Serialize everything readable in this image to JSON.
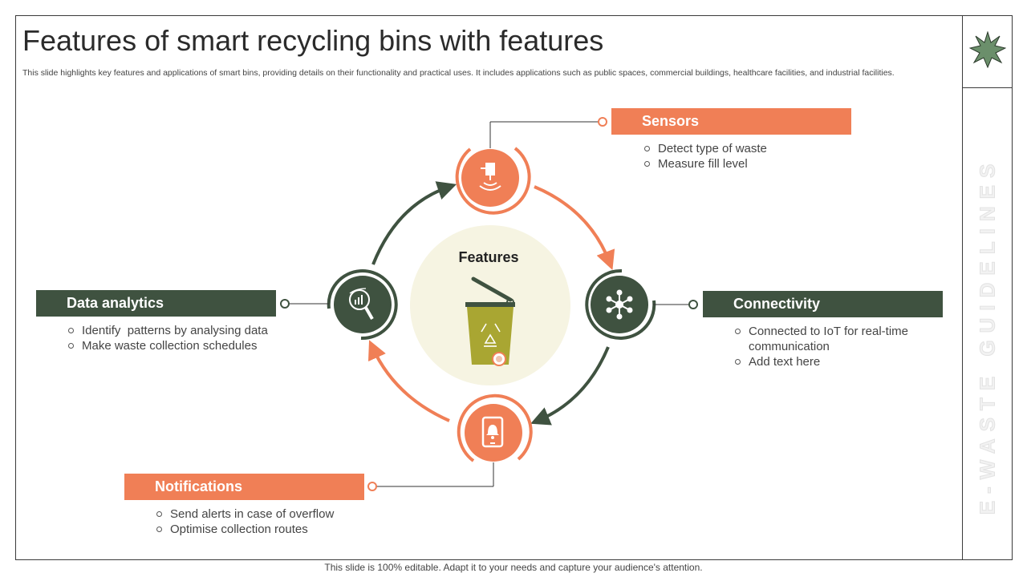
{
  "slide": {
    "title": "Features of smart recycling bins with features",
    "subtitle": "This slide highlights key features and applications of smart bins, providing details on their functionality and practical uses. It includes applications such as public spaces, commercial buildings, healthcare facilities, and industrial facilities.",
    "side_text": "E-WASTE GUIDELINES",
    "footer": "This slide is 100% editable. Adapt it to your needs and capture your audience's attention."
  },
  "center": {
    "label": "Features"
  },
  "features": {
    "sensors": {
      "label": "Sensors",
      "bullets": [
        "Detect type of waste",
        "Measure fill level"
      ]
    },
    "connectivity": {
      "label": "Connectivity",
      "bullets": [
        "Connected to IoT for real-time communication",
        "Add text here"
      ]
    },
    "notifications": {
      "label": "Notifications",
      "bullets": [
        "Send alerts in case of overflow",
        "Optimise collection routes"
      ]
    },
    "data_analytics": {
      "label": "Data analytics",
      "bullets": [
        "Identify  patterns by analysing data",
        "Make waste collection schedules"
      ]
    }
  },
  "colors": {
    "orange": "#f07f56",
    "green": "#3f5240",
    "olive": "#a9a632",
    "cream": "#f6f4e2",
    "star": "#6b8f6b"
  },
  "icons": {
    "sensors": "sensor-icon",
    "connectivity": "network-icon",
    "notifications": "phone-alert-icon",
    "data_analytics": "analytics-magnifier-icon",
    "center": "recycling-bin-icon",
    "badge": "star-icon"
  }
}
